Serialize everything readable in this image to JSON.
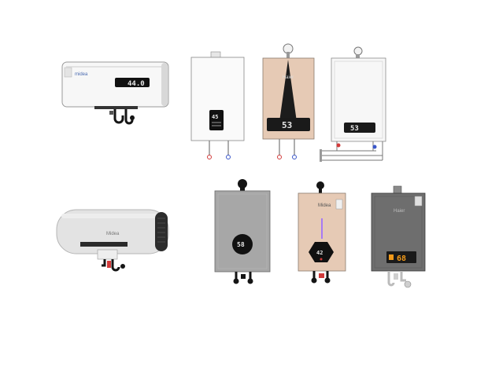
{
  "colors": {
    "background": "#ffffff",
    "white_body": "#f7f7f7",
    "silver_body": "#e6e6e6",
    "gray_body": "#a7a7a7",
    "champagne_body": "#e6cab5",
    "dark_gray_body": "#6e6e6e",
    "display_black": "#111111",
    "led_white": "#e8e8e8",
    "led_orange": "#f29a1a",
    "pipe_black": "#151515",
    "pipe_red": "#d23a3a",
    "pipe_blue": "#3a56c9",
    "purple_glow": "#9b6cff"
  },
  "heaters": [
    {
      "name": "electric-tank-white",
      "brand": "midea",
      "display": "44.0"
    },
    {
      "name": "gas-white-vertical",
      "brand": "",
      "display": "45"
    },
    {
      "name": "gas-champagne-vertical",
      "brand": "Haier",
      "display": "53"
    },
    {
      "name": "gas-white-box",
      "brand": "",
      "display": "53"
    },
    {
      "name": "electric-tank-silver",
      "brand": "Midea",
      "display": ""
    },
    {
      "name": "gas-gray-round-display",
      "brand": "",
      "display": "58"
    },
    {
      "name": "gas-champagne-hex-display",
      "brand": "Midea",
      "display": "42"
    },
    {
      "name": "gas-dark-gray",
      "brand": "Haier",
      "display": "68"
    }
  ]
}
